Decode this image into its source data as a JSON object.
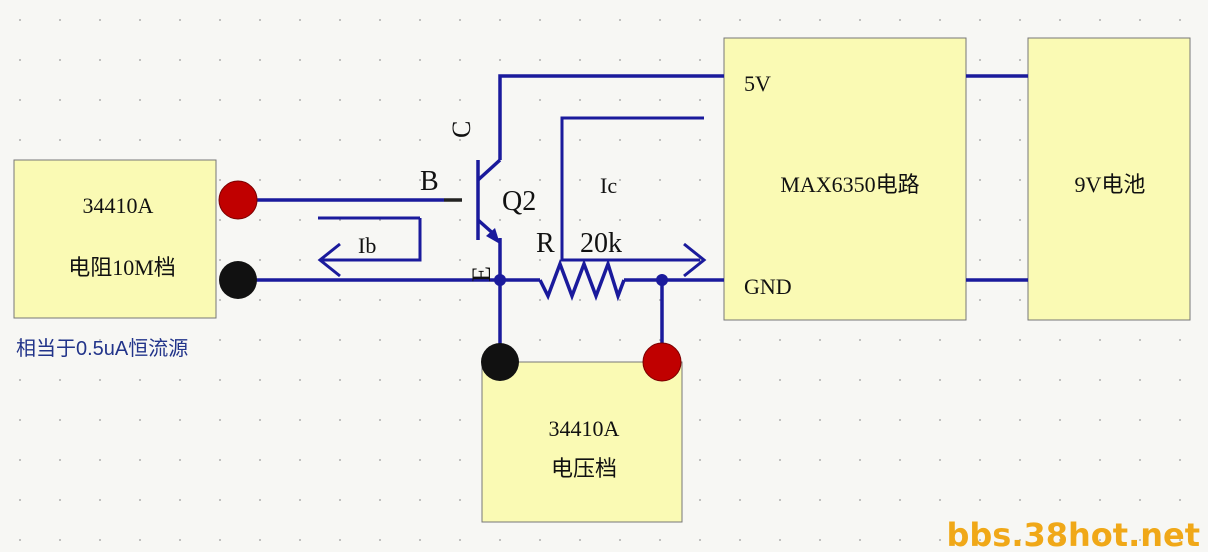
{
  "meter_left": {
    "model": "34410A",
    "mode": "电阻10M档"
  },
  "meter_left_note": "相当于0.5uA恒流源",
  "meter_bottom": {
    "model": "34410A",
    "mode": "电压档"
  },
  "max_box": {
    "title": "MAX6350电路",
    "pin_5v": "5V",
    "pin_gnd": "GND"
  },
  "battery_box": {
    "title": "9V电池"
  },
  "transistor": {
    "name": "Q2",
    "base": "B",
    "collector": "C",
    "emitter": "E"
  },
  "resistor": {
    "ref": "R",
    "value": "20k"
  },
  "currents": {
    "ib": "Ib",
    "ic": "Ic"
  },
  "watermark": "bbs.38hot.net",
  "colors": {
    "wire": "#1a1a9c",
    "box_fill": "#fafab4",
    "terminal_red": "#c00000",
    "terminal_black": "#111111",
    "resistor": "#1a1a9c"
  }
}
